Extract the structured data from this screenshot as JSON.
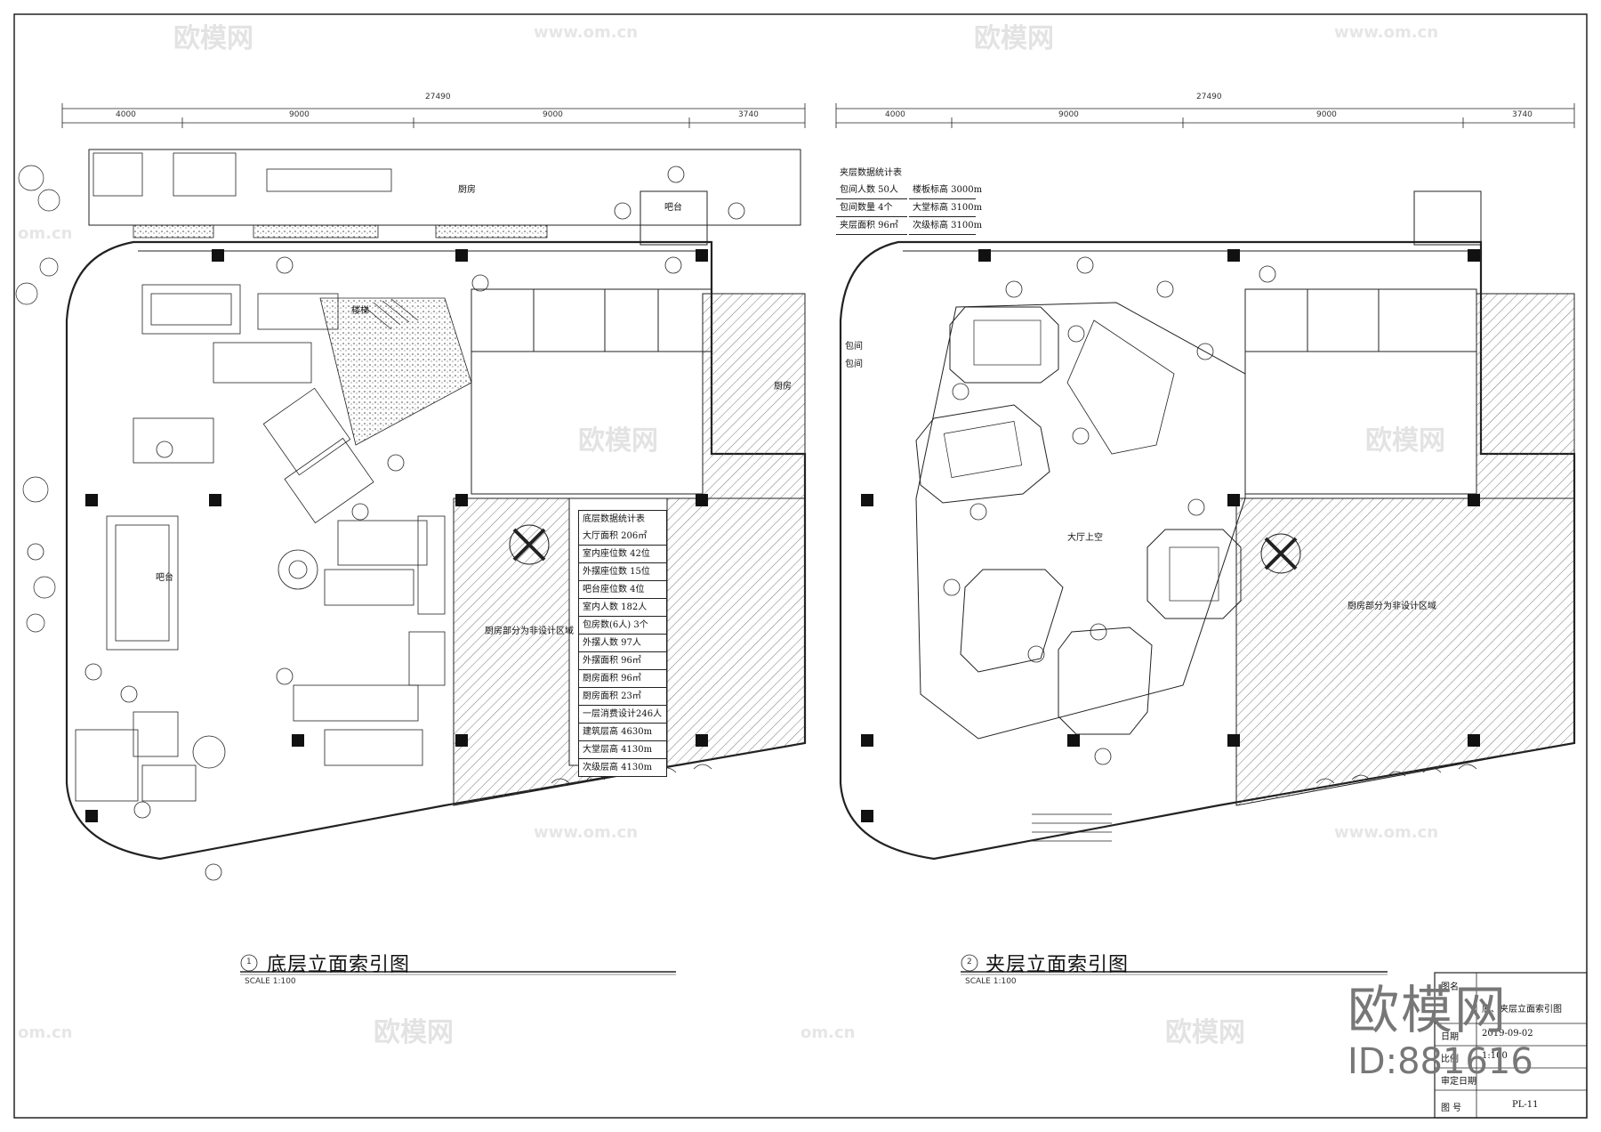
{
  "sheet": {
    "left_plan": {
      "title": "底层立面索引图",
      "scale": "SCALE 1:100",
      "number": "1",
      "overall_dim": "27490",
      "dims": [
        "4000",
        "9000",
        "9000",
        "3740"
      ],
      "rooms": [
        "厨房",
        "吧台",
        "楼梯",
        "吧台",
        "厨房"
      ],
      "note": "厨房部分为非设计区域"
    },
    "right_plan": {
      "title": "夹层立面索引图",
      "scale": "SCALE 1:100",
      "number": "2",
      "overall_dim": "27490",
      "dims": [
        "4000",
        "9000",
        "9000",
        "3740"
      ],
      "rooms": [
        "大厅上空",
        "包间",
        "包间"
      ],
      "note": "厨房部分为非设计区域"
    },
    "stats_table_ground": {
      "header": "底层数据统计表",
      "rows": [
        "大厅面积 206㎡",
        "室内座位数 42位",
        "外摆座位数 15位",
        "吧台座位数 4位",
        "室内人数 182人",
        "包房数(6人) 3个",
        "外摆人数 97人",
        "外摆面积 96㎡",
        "厨房面积 96㎡",
        "厨房面积 23㎡",
        "一层消费设计246人",
        "建筑层高 4630m",
        "大堂层高 4130m",
        "次级层高 4130m"
      ]
    },
    "stats_table_mezz": {
      "header": "夹层数据统计表",
      "rows": [
        "包间人数 50人",
        "包间数量 4个",
        "夹层面积 96㎡"
      ],
      "rows_right": [
        "楼板标高 3000m",
        "大堂标高 3100m",
        "次级标高 3100m"
      ]
    },
    "title_block": {
      "project_label": "图名",
      "drawing_name": "底、夹层立面索引图",
      "date_label": "日期",
      "date_value": "2019-09-02",
      "scale_label": "比例",
      "scale_value": "1:100",
      "review_label": "审定日期",
      "sheet_label": "图 号",
      "sheet_value": "PL-11"
    },
    "watermark": {
      "brand": "欧模网",
      "id": "ID:881616",
      "url": "www.om.cn",
      "url_short": "om.cn"
    }
  }
}
